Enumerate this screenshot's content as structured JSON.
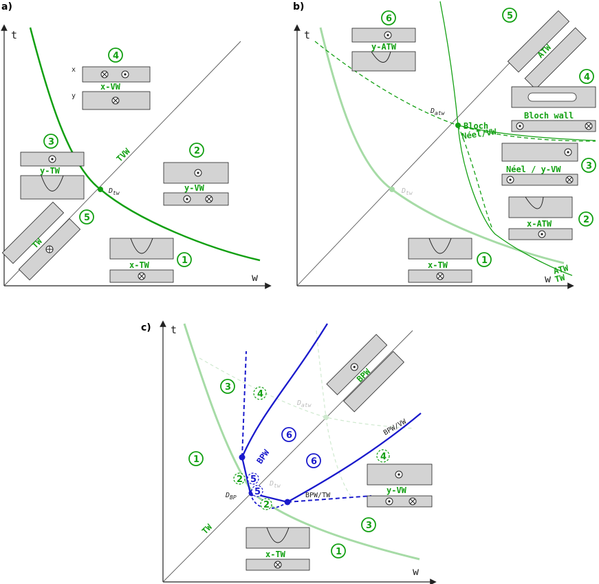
{
  "panels": {
    "a": {
      "label": "a)"
    },
    "b": {
      "label": "b)"
    },
    "c": {
      "label": "c)"
    }
  },
  "axes": {
    "t": "t",
    "w": "w"
  },
  "panel_a": {
    "point_label": "D",
    "point_sub": "tw",
    "curve_label": "TVW",
    "walls": {
      "x_tw": "x-TW",
      "y_tw": "y-TW",
      "x_vw": "x-VW",
      "y_vw": "y-VW",
      "tw": "TW"
    },
    "regions": [
      "1",
      "2",
      "3",
      "4",
      "5"
    ]
  },
  "panel_b": {
    "point_label": "D",
    "point_sub": "atw",
    "faded_point_label": "D",
    "faded_point_sub": "tw",
    "walls": {
      "y_atw": "y-ATW",
      "atw": "ATW",
      "bloch": "Bloch wall",
      "neel": "Néel / y-VW",
      "x_atw": "x-ATW",
      "x_tw": "x-TW"
    },
    "curve_labels": {
      "bloch": "Bloch",
      "neel_vw": "Néel/VW",
      "atw": "ATW",
      "tw": "TW"
    },
    "regions": [
      "1",
      "2",
      "3",
      "4",
      "5",
      "6"
    ]
  },
  "panel_c": {
    "point_label": "D",
    "point_sub": "BP",
    "faded_atw_label": "D",
    "faded_atw_sub": "atw",
    "faded_tw_label": "D",
    "faded_tw_sub": "tw",
    "walls": {
      "bpw": "BPW",
      "y_vw": "y-VW",
      "x_tw": "x-TW"
    },
    "curve_labels": {
      "bpw_vw": "BPW/VW",
      "bpw_tw": "BPW/TW",
      "bpw": "BPW",
      "tw": "TW"
    },
    "regions_green": [
      "1",
      "3",
      "1",
      "3"
    ],
    "regions_blue": [
      "6",
      "6"
    ],
    "regions_faded": [
      "4",
      "4",
      "2",
      "5",
      "5",
      "2"
    ]
  },
  "coord_labels": {
    "x": "x",
    "y": "y"
  },
  "colors": {
    "green": "#13a013",
    "faded_green": "#a6dba6",
    "blue": "#1a1acc",
    "gray_box": "#d3d3d3"
  }
}
